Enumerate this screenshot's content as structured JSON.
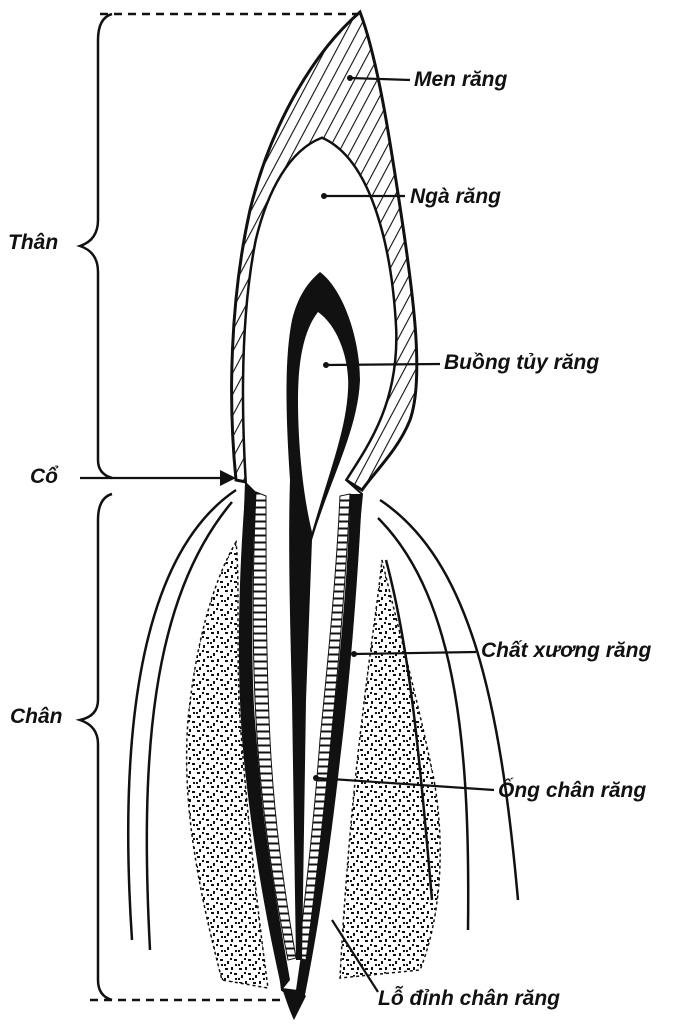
{
  "labels": {
    "enamel": "Men răng",
    "dentin": "Ngà răng",
    "pulp_chamber": "Buồng tủy răng",
    "cementum": "Chất xương răng",
    "root_canal": "Ống chân răng",
    "apical_foramen": "Lỗ đỉnh chân răng",
    "crown": "Thân",
    "neck": "Cổ",
    "root": "Chân"
  },
  "colors": {
    "ink": "#111111",
    "paper": "#ffffff"
  }
}
